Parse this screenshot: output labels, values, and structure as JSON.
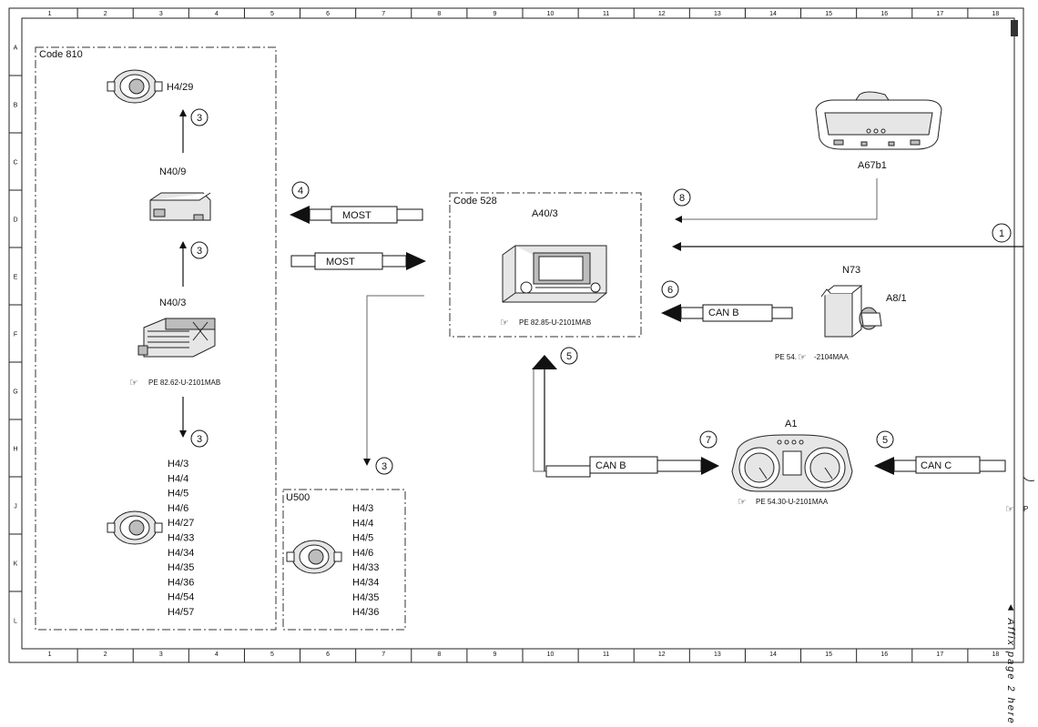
{
  "grid": {
    "columns": [
      "1",
      "2",
      "3",
      "4",
      "5",
      "6",
      "7",
      "8",
      "9",
      "10",
      "11",
      "12",
      "13",
      "14",
      "15",
      "16",
      "17",
      "18"
    ],
    "rows": [
      "A",
      "B",
      "C",
      "D",
      "E",
      "F",
      "G",
      "H",
      "J",
      "K",
      "L"
    ]
  },
  "code810": {
    "title": "Code 810",
    "speaker_top_label": "H4/29",
    "n40_9_label": "N40/9",
    "n40_3_label": "N40/3",
    "n40_3_ref": "PE 82.62-U-2101MAB",
    "speakers_list": [
      "H4/3",
      "H4/4",
      "H4/5",
      "H4/6",
      "H4/27",
      "H4/33",
      "H4/34",
      "H4/35",
      "H4/36",
      "H4/54",
      "H4/57"
    ],
    "circle_a": "3",
    "circle_b": "3",
    "circle_c": "3"
  },
  "u500": {
    "title": "U500",
    "speakers_list": [
      "H4/3",
      "H4/4",
      "H4/5",
      "H4/6",
      "H4/33",
      "H4/34",
      "H4/35",
      "H4/36"
    ],
    "circle": "3"
  },
  "most": {
    "upper_label": "MOST",
    "lower_label": "MOST",
    "circle": "4"
  },
  "code528": {
    "title": "Code 528",
    "unit_label": "A40/3",
    "unit_ref": "PE 82.85-U-2101MAB",
    "circle_below": "5"
  },
  "mirror": {
    "label": "A67b1",
    "circle": "8"
  },
  "right_input": {
    "circle": "1"
  },
  "n73": {
    "label": "N73",
    "switch_label": "A8/1",
    "ref": "PE 54.",
    "ref_tail": "-2104MAA",
    "can_label": "CAN B",
    "circle": "6"
  },
  "cluster": {
    "label": "A1",
    "ref": "PE 54.30-U-2101MAA",
    "can_b_label": "CAN B",
    "circle_b": "7",
    "can_c_label": "CAN C",
    "circle_c": "5"
  },
  "edge": {
    "ref_stub": "P"
  },
  "affix_note": "◄ Affix page 2 here ◄"
}
